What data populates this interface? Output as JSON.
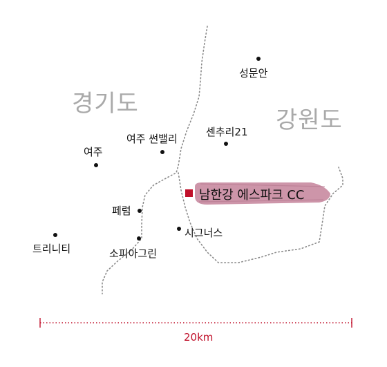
{
  "map": {
    "regions": {
      "gyeonggi": "경기도",
      "gangwon": "강원도"
    },
    "places": {
      "seongmunan": "성문안",
      "centurion21": "센추리21",
      "yeoju_sunvalley": "여주 썬밸리",
      "yeoju": "여주",
      "ferum": "페럼",
      "signus": "시그너스",
      "trinity": "트리니티",
      "sophiagreen": "소피아그린"
    },
    "highlight": {
      "label": "남한강 에스파크 CC",
      "marker_color": "#c0102a",
      "brush_color": "#c98ca2"
    },
    "scale": {
      "label": "20km",
      "color": "#c0102a"
    },
    "colors": {
      "region_text": "#a9a9a9",
      "border": "#8a8a8a"
    }
  }
}
